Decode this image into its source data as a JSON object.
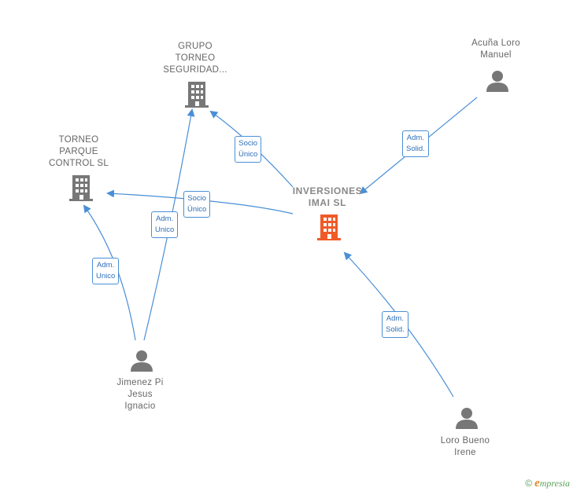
{
  "nodes": {
    "inversiones": {
      "lines": [
        "INVERSIONES",
        "IMAI  SL"
      ],
      "icon": "building-icon",
      "color": "#f05a28"
    },
    "grupo": {
      "lines": [
        "GRUPO",
        "TORNEO",
        "SEGURIDAD..."
      ],
      "icon": "building-icon",
      "color": "#777777"
    },
    "torneo_parque": {
      "lines": [
        "TORNEO",
        "PARQUE",
        "CONTROL SL"
      ],
      "icon": "building-icon",
      "color": "#777777"
    },
    "acuna": {
      "lines": [
        "Acuña Loro",
        "Manuel"
      ],
      "icon": "person-icon",
      "color": "#777777"
    },
    "jimenez": {
      "lines": [
        "Jimenez Pi",
        "Jesus",
        "Ignacio"
      ],
      "icon": "person-icon",
      "color": "#777777"
    },
    "loro": {
      "lines": [
        "Loro Bueno",
        "Irene"
      ],
      "icon": "person-icon",
      "color": "#777777"
    }
  },
  "edges": {
    "socio_grupo": [
      "Socio",
      "Único"
    ],
    "socio_torneo": [
      "Socio",
      "Único"
    ],
    "adm_acuna": [
      "Adm.",
      "Solid."
    ],
    "adm_loro": [
      "Adm.",
      "Solid."
    ],
    "adm_jimenez_grupo": [
      "Adm.",
      "Unico"
    ],
    "adm_jimenez_torneo": [
      "Adm.",
      "Unico"
    ]
  },
  "colors": {
    "edge": "#4a8fd6",
    "accent": "#f05a28"
  },
  "footer": {
    "copyright": "©",
    "brand_initial": "e",
    "brand_rest": "mpresia"
  }
}
